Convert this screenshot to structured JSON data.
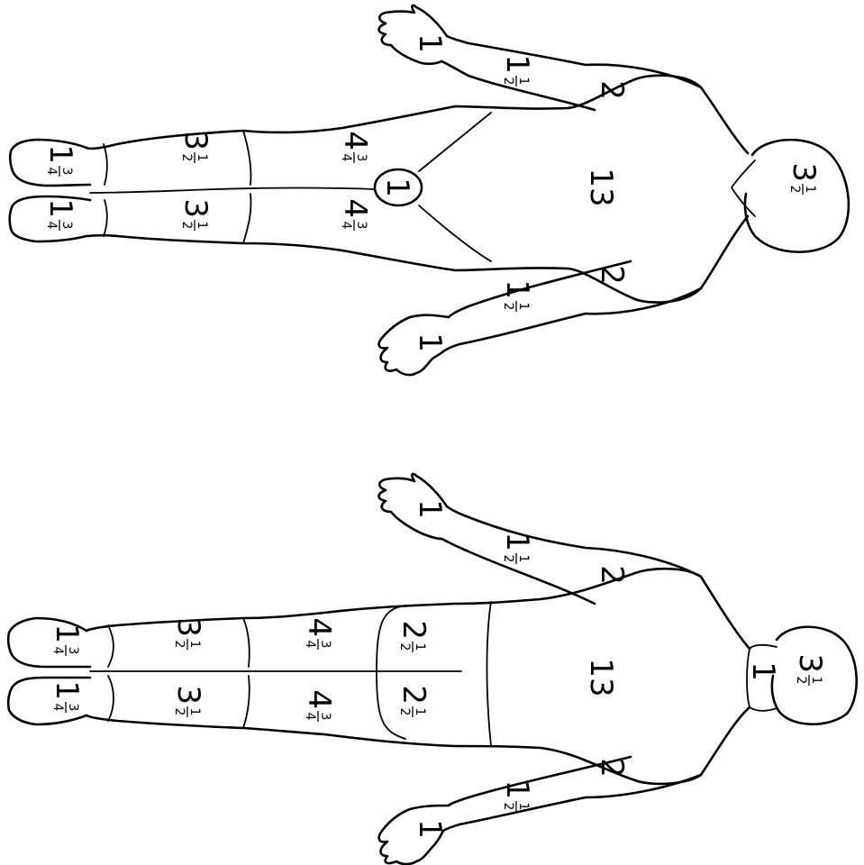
{
  "colors": {
    "line": "#000000",
    "background": "#ffffff"
  },
  "figures": [
    {
      "name": "top-figure",
      "regions": [
        {
          "id": "head",
          "whole": "3",
          "frac": [
            "1",
            "2"
          ]
        },
        {
          "id": "trunk",
          "whole": "13",
          "frac": null
        },
        {
          "id": "genitals",
          "whole": "1",
          "frac": null
        },
        {
          "id": "upper-arm-right",
          "whole": "2",
          "frac": null
        },
        {
          "id": "upper-arm-left",
          "whole": "2",
          "frac": null
        },
        {
          "id": "forearm-right",
          "whole": "1",
          "frac": [
            "1",
            "2"
          ]
        },
        {
          "id": "forearm-left",
          "whole": "1",
          "frac": [
            "1",
            "2"
          ]
        },
        {
          "id": "hand-right",
          "whole": "1",
          "frac": null
        },
        {
          "id": "hand-left",
          "whole": "1",
          "frac": null
        },
        {
          "id": "thigh-right",
          "whole": "4",
          "frac": [
            "3",
            "4"
          ]
        },
        {
          "id": "thigh-left",
          "whole": "4",
          "frac": [
            "3",
            "4"
          ]
        },
        {
          "id": "leg-right",
          "whole": "3",
          "frac": [
            "1",
            "2"
          ]
        },
        {
          "id": "leg-left",
          "whole": "3",
          "frac": [
            "1",
            "2"
          ]
        },
        {
          "id": "foot-right",
          "whole": "1",
          "frac": [
            "3",
            "4"
          ]
        },
        {
          "id": "foot-left",
          "whole": "1",
          "frac": [
            "3",
            "4"
          ]
        }
      ]
    },
    {
      "name": "bottom-figure",
      "regions": [
        {
          "id": "head",
          "whole": "3",
          "frac": [
            "1",
            "2"
          ]
        },
        {
          "id": "neck",
          "whole": "1",
          "frac": null
        },
        {
          "id": "trunk",
          "whole": "13",
          "frac": null
        },
        {
          "id": "buttock-right",
          "whole": "2",
          "frac": [
            "1",
            "2"
          ]
        },
        {
          "id": "buttock-left",
          "whole": "2",
          "frac": [
            "1",
            "2"
          ]
        },
        {
          "id": "upper-arm-right",
          "whole": "2",
          "frac": null
        },
        {
          "id": "upper-arm-left",
          "whole": "2",
          "frac": null
        },
        {
          "id": "forearm-right",
          "whole": "1",
          "frac": [
            "1",
            "2"
          ]
        },
        {
          "id": "forearm-left",
          "whole": "1",
          "frac": [
            "1",
            "2"
          ]
        },
        {
          "id": "hand-right",
          "whole": "1",
          "frac": null
        },
        {
          "id": "hand-left",
          "whole": "1",
          "frac": null
        },
        {
          "id": "thigh-right",
          "whole": "4",
          "frac": [
            "3",
            "4"
          ]
        },
        {
          "id": "thigh-left",
          "whole": "4",
          "frac": [
            "3",
            "4"
          ]
        },
        {
          "id": "leg-right",
          "whole": "3",
          "frac": [
            "1",
            "2"
          ]
        },
        {
          "id": "leg-left",
          "whole": "3",
          "frac": [
            "1",
            "2"
          ]
        },
        {
          "id": "foot-right",
          "whole": "1",
          "frac": [
            "3",
            "4"
          ]
        },
        {
          "id": "foot-left",
          "whole": "1",
          "frac": [
            "3",
            "4"
          ]
        }
      ]
    }
  ]
}
